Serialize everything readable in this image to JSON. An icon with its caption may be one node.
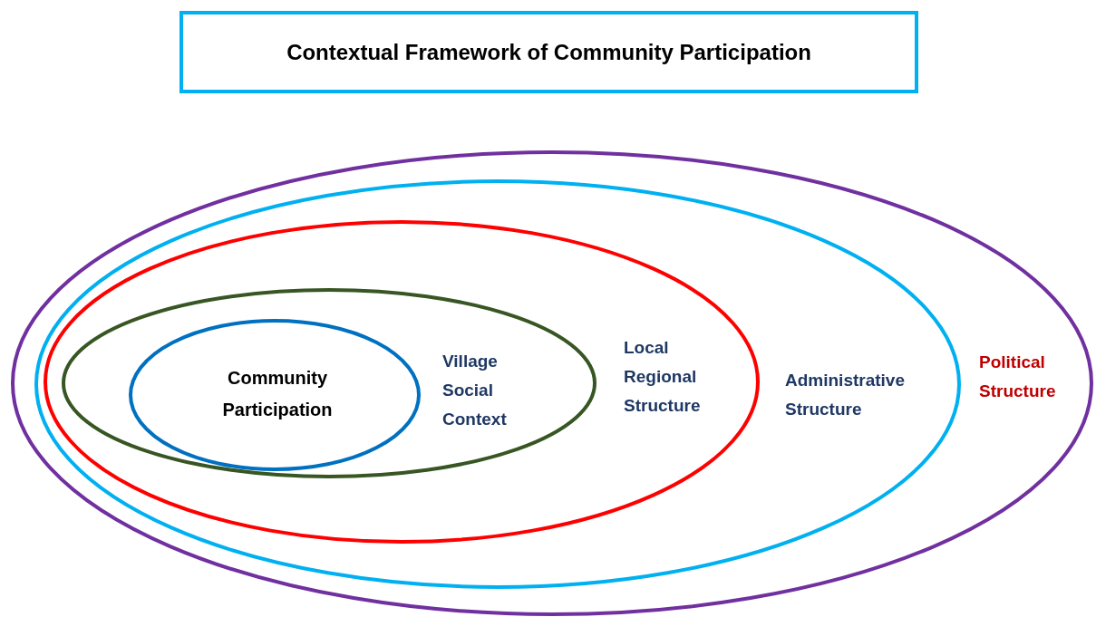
{
  "diagram": {
    "title": "Contextual Framework of Community Participation",
    "nodes": [
      {
        "text": [
          "Political Structure"
        ]
      },
      {
        "text": [
          "Administrative Structure"
        ],
        "in": 0
      },
      {
        "text": [
          "Local Regional Structure"
        ],
        "in": 1
      },
      {
        "text": [
          "Village Social Context"
        ],
        "in": 2
      },
      {
        "text": [
          "Community Participation"
        ],
        "in": 3
      }
    ]
  }
}
